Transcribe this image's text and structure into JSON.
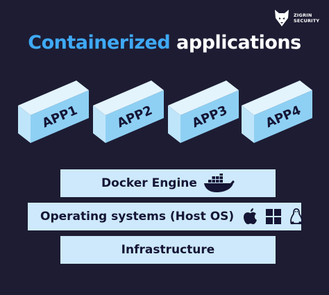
{
  "brand": {
    "line1": "ZIGRIN",
    "line2": "SECURITY"
  },
  "title": {
    "accent": "Containerized",
    "rest": "applications"
  },
  "apps": [
    {
      "label": "APP1"
    },
    {
      "label": "APP2"
    },
    {
      "label": "APP3"
    },
    {
      "label": "APP4"
    }
  ],
  "layers": {
    "docker": "Docker Engine",
    "os": "Operating systems (Host OS)",
    "infra": "Infrastructure"
  },
  "colors": {
    "background": "#1d1c33",
    "accent": "#3fa9f5",
    "box_top": "#e3f4fd",
    "box_front": "#8ed0f4",
    "box_end": "#bfe5fa",
    "layer": "#cde9fb",
    "text_dark": "#151535"
  },
  "icons": [
    "fox-logo-icon",
    "docker-whale-icon",
    "apple-icon",
    "windows-icon",
    "linux-tux-icon"
  ]
}
